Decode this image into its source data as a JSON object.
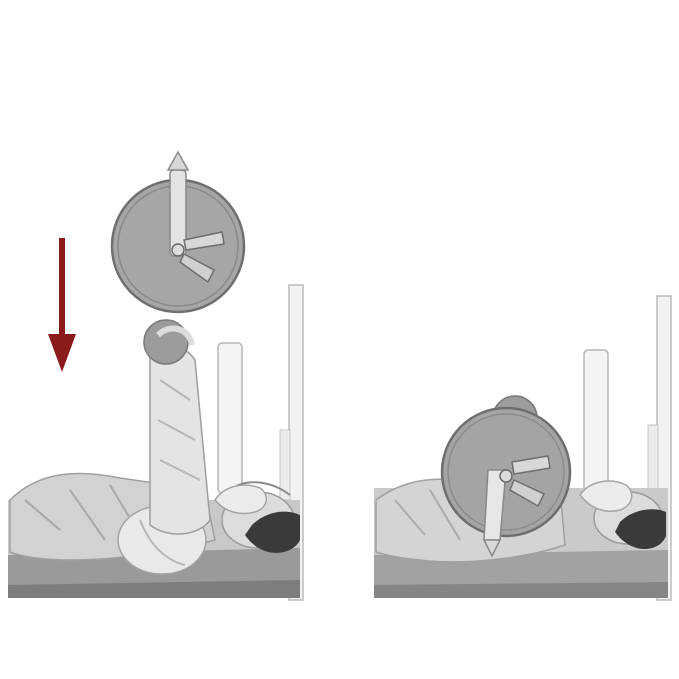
{
  "illustration": {
    "subject": "bench-press",
    "panels": [
      {
        "id": "start",
        "name": "arms-extended"
      },
      {
        "id": "end",
        "name": "bar-lowered-to-chest"
      }
    ],
    "direction_arrow": {
      "direction": "down",
      "color": "#8b1a1a"
    },
    "colors": {
      "plate": "#9a9a9a",
      "plate_edge": "#7c7c7c",
      "skin": "#e6e6e6",
      "shirt": "#bfbfbf",
      "bench": "#8e8e8e",
      "rack": "#efefef",
      "hair": "#333333"
    }
  }
}
